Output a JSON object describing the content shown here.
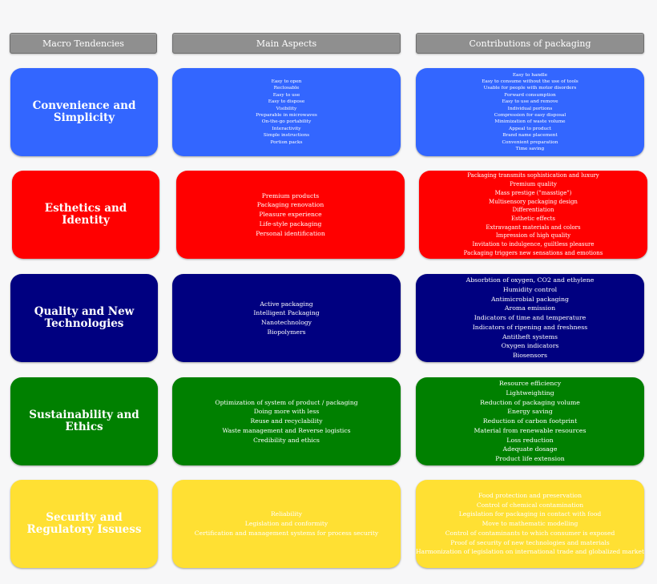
{
  "headers": {
    "macro": "Macro Tendencies",
    "aspects": "Main Aspects",
    "contributions": "Contributions of packaging"
  },
  "colors": {
    "convenience": "#3366ff",
    "esthetics": "#ff0000",
    "quality": "#000080",
    "sustainability": "#008000",
    "security": "#ffe033",
    "header": "#8f8f8f"
  },
  "rows": [
    {
      "title": "Convenience and Simplicity",
      "aspects": [
        "Easy to open",
        "Reclosable",
        "Easy to use",
        "Easy to dispose",
        "Visibility",
        "Preparable in microwaves",
        "On-the-go portability",
        "Interactivity",
        "Simple instructions",
        "Portion packs"
      ],
      "contributions": [
        "Easy to handle",
        "Easy to consume without the use of tools",
        "Usable for people with motor disorders",
        "Forward consumption",
        "Easy to use and remove",
        "Individual portions",
        "Compression for easy disposal",
        "Minimization of waste volume",
        "Appeal to product",
        "Brand name placement",
        "Convenient preparation",
        "Time saving"
      ]
    },
    {
      "title": "Esthetics and Identity",
      "aspects": [
        "Premium products",
        "Packaging renovation",
        "Pleasure experience",
        "Life-style packaging",
        "Personal identification"
      ],
      "contributions": [
        "Packaging transmits sophistication and luxury",
        "Premium quality",
        "Mass prestige (\"masstige\")",
        "Multisensory packaging design",
        "Differentiation",
        "Esthetic effects",
        "Extravagant materials and colors",
        "Impression of high quality",
        "Invitation to indulgence, guiltless pleasure",
        "Packaging triggers new sensations and emotions"
      ]
    },
    {
      "title": "Quality and New Technologies",
      "aspects": [
        "Active packaging",
        "Intelligent Packaging",
        "Nanotechnology",
        "Biopolymers"
      ],
      "contributions": [
        "Absorbtion of oxygen, CO2 and ethylene",
        "Humidity control",
        "Antimicrobial packaging",
        "Aroma emission",
        "Indicators of time and temperature",
        "Indicators of ripening and freshness",
        "Antitheft systems",
        "Oxygen indicators",
        "Biosensors"
      ]
    },
    {
      "title": "Sustainability and Ethics",
      "aspects": [
        "Optimization of system of product / packaging",
        "Doing more with less",
        "Reuse and recyclability",
        "Waste management and Reverse logistics",
        "Credibility and ethics"
      ],
      "contributions": [
        "Resource efficiency",
        "Lightweighting",
        "Reduction of packaging volume",
        "Energy saving",
        "Reduction of carbon footprint",
        "Material from renewable resources",
        "Loss reduction",
        "Adequate dosage",
        "Product life extension"
      ]
    },
    {
      "title": "Security and Regulatory Issuess",
      "aspects": [
        "Reliability",
        "Legislation and conformity",
        "Certification and management systems for process security"
      ],
      "contributions": [
        "Food protection and preservation",
        "Control of chemical contamination",
        "Legislation for packaging in contact with food",
        "Move to mathematic modelling",
        "Control of contaminants to which consumer is exposed",
        "Proof of security of new technologies and materials",
        "Harmonization of legislation on international trade and globalized market"
      ]
    }
  ]
}
